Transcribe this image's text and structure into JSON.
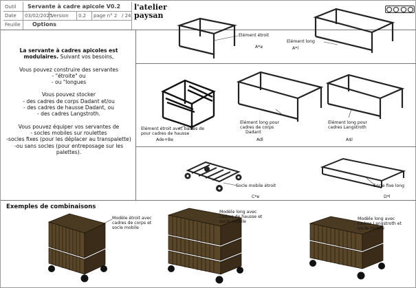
{
  "header": {
    "outil_label": "Outil",
    "outil_value": "Servante à cadre apicole V0.2",
    "date_label": "Date",
    "date_value": "03/02/2025",
    "version_label": "Version",
    "version_value": "0.2",
    "page_label": "page n° 2",
    "page_total": "/ 24",
    "feuille_label": "Feuille",
    "feuille_value": "Options",
    "logo_line1": "l'atelier",
    "logo_line2": "paysan",
    "license": "cc by nc sa"
  },
  "intro": {
    "title_bold": "La servante à cadres apicoles est modulaires.",
    "title_rest": " Suivant vos besoins,",
    "p2_l1": "Vous pouvez construire des servantes",
    "p2_l2": "- \"étroite\" ou",
    "p2_l3": "- ou \"longues",
    "p3_l1": "Vous pouvez  stocker",
    "p3_l2": "- des cadres de corps Dadant et/ou",
    "p3_l3": "- des cadres de hausse Dadant, ou",
    "p3_l4": "- des cadres Langstroth.",
    "p4_l1": "Vous pouvez équiper vos servantes de",
    "p4_l2": "- socles mobiles sur roulettes",
    "p4_l3": "-socles fixes (pour les déplacer au transpalette)",
    "p4_l4": "-ou sans socles (pour entreposage sur les palettes)."
  },
  "parts": {
    "etroit_label": "Elément étroit",
    "etroit_code": "A*e",
    "long_label": "Elément  long",
    "long_code": "A*l",
    "etroit_barres_label1": "Elément étroit avec barres de",
    "etroit_barres_label2": "pour cadres de hausse",
    "etroit_barres_code": "Ade+Be",
    "long_dadant_label1": "Elément long pour",
    "long_dadant_label2": "cadres de corps",
    "long_dadant_label3": "Dadant",
    "long_dadant_code": "Adl",
    "long_lang_label1": "Elément long pour",
    "long_lang_label2": "cadres Langstroth",
    "long_lang_code": "A$l",
    "socle_mobile_label": "Socle mobile étroit",
    "socle_mobile_code": "C*e",
    "socle_fixe_label": "Socle fixe long",
    "socle_fixe_code": "D*l"
  },
  "examples": {
    "title": "Exemples de combinaisons",
    "ex1_l1": "Modèle étroit avec",
    "ex1_l2": "cadres de corps et",
    "ex1_l3": "socle mobile",
    "ex2_l1": "Modèle long avec",
    "ex2_l2": "cadres de hausse et",
    "ex2_l3": "socle mobile",
    "ex3_l1": "Modèle long avec",
    "ex3_l2": "cadres Langstroth et",
    "ex3_l3": "socle mobile"
  }
}
